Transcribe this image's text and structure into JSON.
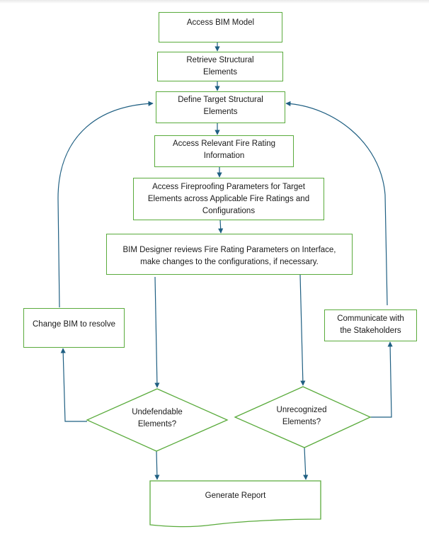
{
  "diagram": {
    "type": "flowchart",
    "colors": {
      "shape_stroke": "#5aab3c",
      "connector": "#1f5f82",
      "text": "#1a1a1a",
      "background": "#ffffff"
    },
    "nodes": {
      "access_bim_model": {
        "shape": "process",
        "text": "Access BIM Model"
      },
      "retrieve_structural_elements": {
        "shape": "process",
        "text": "Retrieve Structural Elements"
      },
      "define_target_structural_elements": {
        "shape": "process",
        "text": "Define Target Structural Elements"
      },
      "access_fire_rating_info": {
        "shape": "process",
        "text": "Access Relevant Fire Rating Information"
      },
      "access_fireproofing_parameters": {
        "shape": "process",
        "text": "Access Fireproofing Parameters for Target Elements across Applicable Fire Ratings and Configurations"
      },
      "bim_designer_review": {
        "shape": "process",
        "line1": "BIM Designer reviews Fire Rating Parameters on Interface,",
        "line2": "make changes to the configurations, if necessary."
      },
      "change_bim": {
        "shape": "process",
        "text": "Change BIM to resolve"
      },
      "communicate_stakeholders": {
        "shape": "process",
        "text": "Communicate with the Stakeholders"
      },
      "undefendable_decision": {
        "shape": "decision",
        "line1": "Undefendable",
        "line2": "Elements?"
      },
      "unrecognized_decision": {
        "shape": "decision",
        "line1": "Unrecognized",
        "line2": "Elements?"
      },
      "generate_report": {
        "shape": "document",
        "text": "Generate Report"
      }
    },
    "edges": [
      {
        "from": "access_bim_model",
        "to": "retrieve_structural_elements"
      },
      {
        "from": "retrieve_structural_elements",
        "to": "define_target_structural_elements"
      },
      {
        "from": "define_target_structural_elements",
        "to": "access_fire_rating_info"
      },
      {
        "from": "access_fire_rating_info",
        "to": "access_fireproofing_parameters"
      },
      {
        "from": "access_fireproofing_parameters",
        "to": "bim_designer_review"
      },
      {
        "from": "bim_designer_review",
        "to": "undefendable_decision"
      },
      {
        "from": "bim_designer_review",
        "to": "unrecognized_decision"
      },
      {
        "from": "undefendable_decision",
        "to": "change_bim"
      },
      {
        "from": "undefendable_decision",
        "to": "generate_report"
      },
      {
        "from": "unrecognized_decision",
        "to": "communicate_stakeholders"
      },
      {
        "from": "unrecognized_decision",
        "to": "generate_report"
      },
      {
        "from": "change_bim",
        "to": "define_target_structural_elements"
      },
      {
        "from": "communicate_stakeholders",
        "to": "define_target_structural_elements"
      }
    ]
  }
}
